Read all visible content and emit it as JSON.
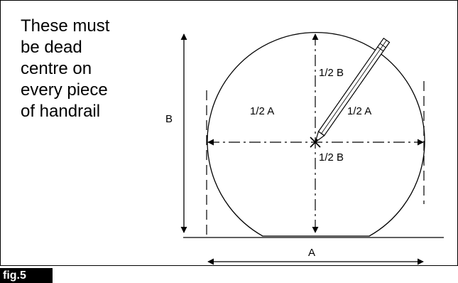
{
  "caption": {
    "lines": [
      "These must",
      "be dead",
      "centre on",
      "every piece",
      "of handrail"
    ]
  },
  "diagram": {
    "labels": {
      "b": "B",
      "a": "A",
      "half_a_left": "1/2 A",
      "half_a_right": "1/2 A",
      "half_b_top": "1/2 B",
      "half_b_bottom": "1/2 B"
    }
  },
  "figure_label": "fig.5",
  "colors": {
    "ink": "#000000",
    "paper": "#ffffff",
    "pencil_fill": "#ffffff"
  }
}
